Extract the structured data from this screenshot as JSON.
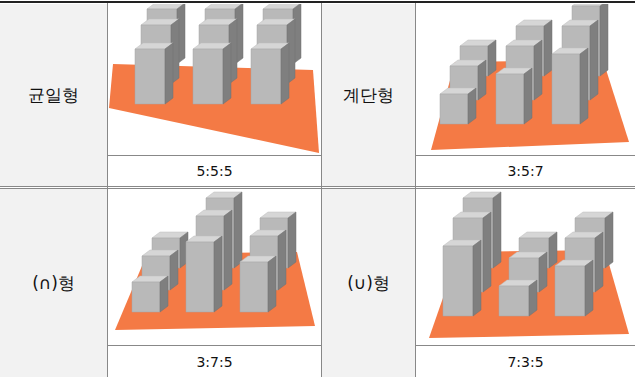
{
  "diagram": {
    "labels": [
      "균일형",
      "계단형",
      "5:5:5",
      "3:5:7",
      "(∩)형",
      "(∪)형",
      "3:7:5",
      "7:3:5"
    ]
  }
}
